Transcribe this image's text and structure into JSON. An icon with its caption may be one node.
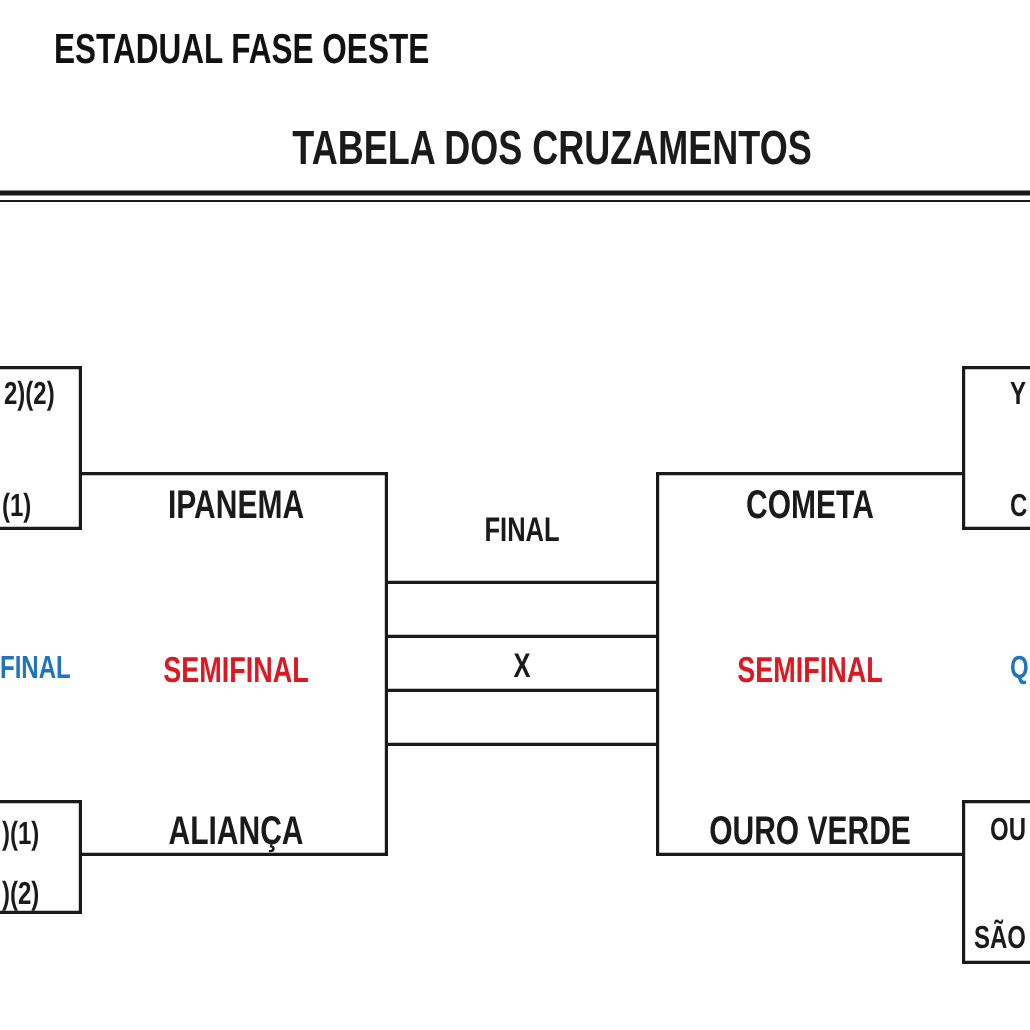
{
  "diagram": {
    "title": "ESTADUAL FASE OESTE",
    "nodes": [
      {
        "text": [
          "2)(2)",
          "(1)"
        ]
      },
      {
        "text": [
          ")(1)",
          ")(2)"
        ]
      },
      {
        "text": [
          "IPANEMA",
          "SEMIFINAL",
          "ALIANÇA"
        ]
      },
      {
        "text": [
          "FINAL",
          "X"
        ]
      },
      {
        "text": [
          "COMETA",
          "SEMIFINAL",
          "OURO VERDE"
        ]
      },
      {
        "text": [
          "Y",
          "C"
        ]
      },
      {
        "text": [
          "OU",
          "SÃO"
        ]
      }
    ],
    "labels": [
      "TABELA DOS CRUZAMENTOS",
      "FINAL",
      "Q"
    ]
  }
}
